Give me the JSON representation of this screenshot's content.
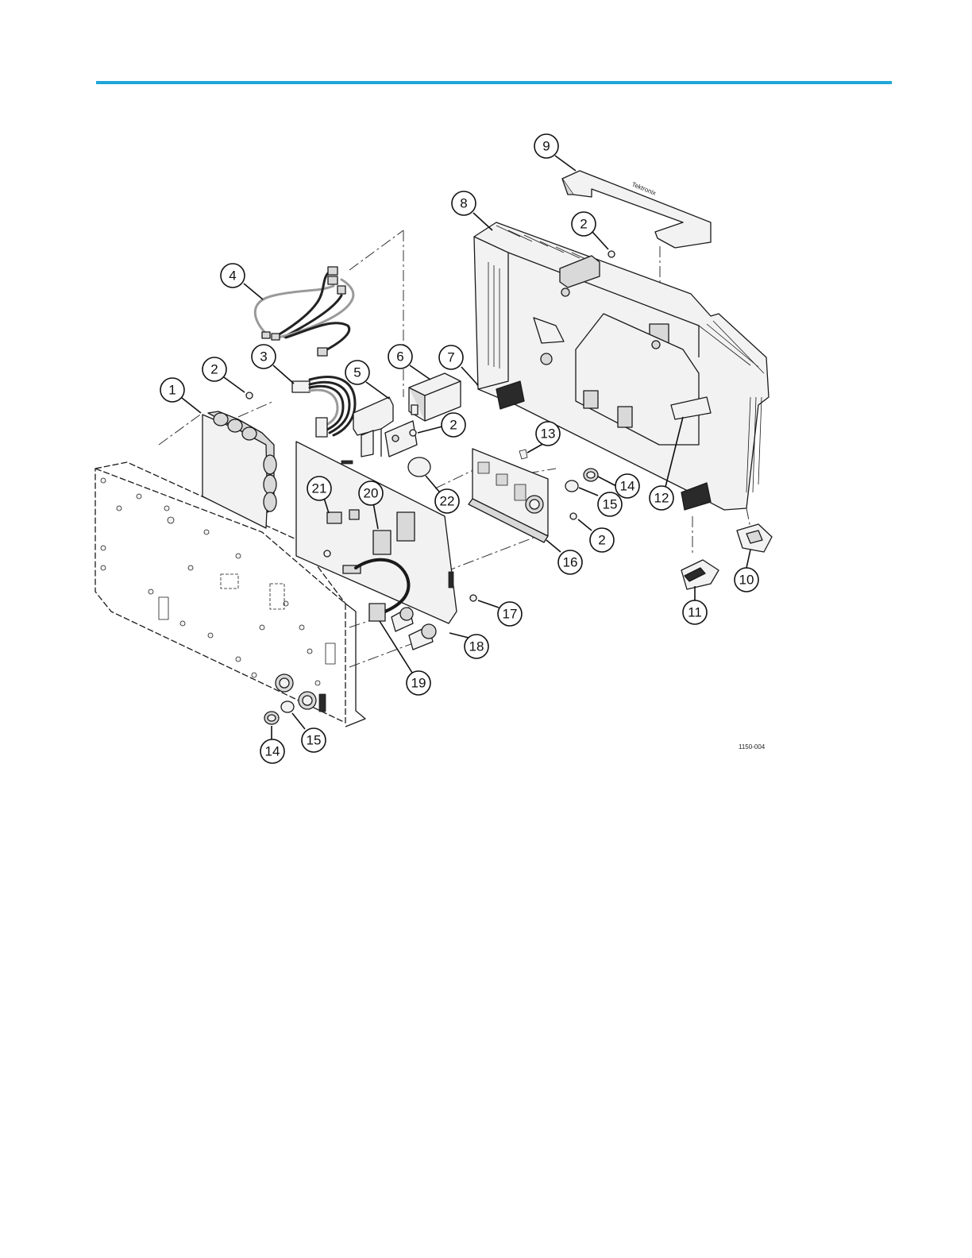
{
  "header": {
    "rule_color": "#1ea6d8"
  },
  "figure": {
    "id_label": "1150-004",
    "callouts": [
      "9",
      "8",
      "2",
      "4",
      "3",
      "2",
      "1",
      "5",
      "6",
      "7",
      "2",
      "13",
      "21",
      "20",
      "22",
      "14",
      "15",
      "2",
      "16",
      "12",
      "10",
      "11",
      "17",
      "18",
      "19",
      "14",
      "15"
    ]
  }
}
